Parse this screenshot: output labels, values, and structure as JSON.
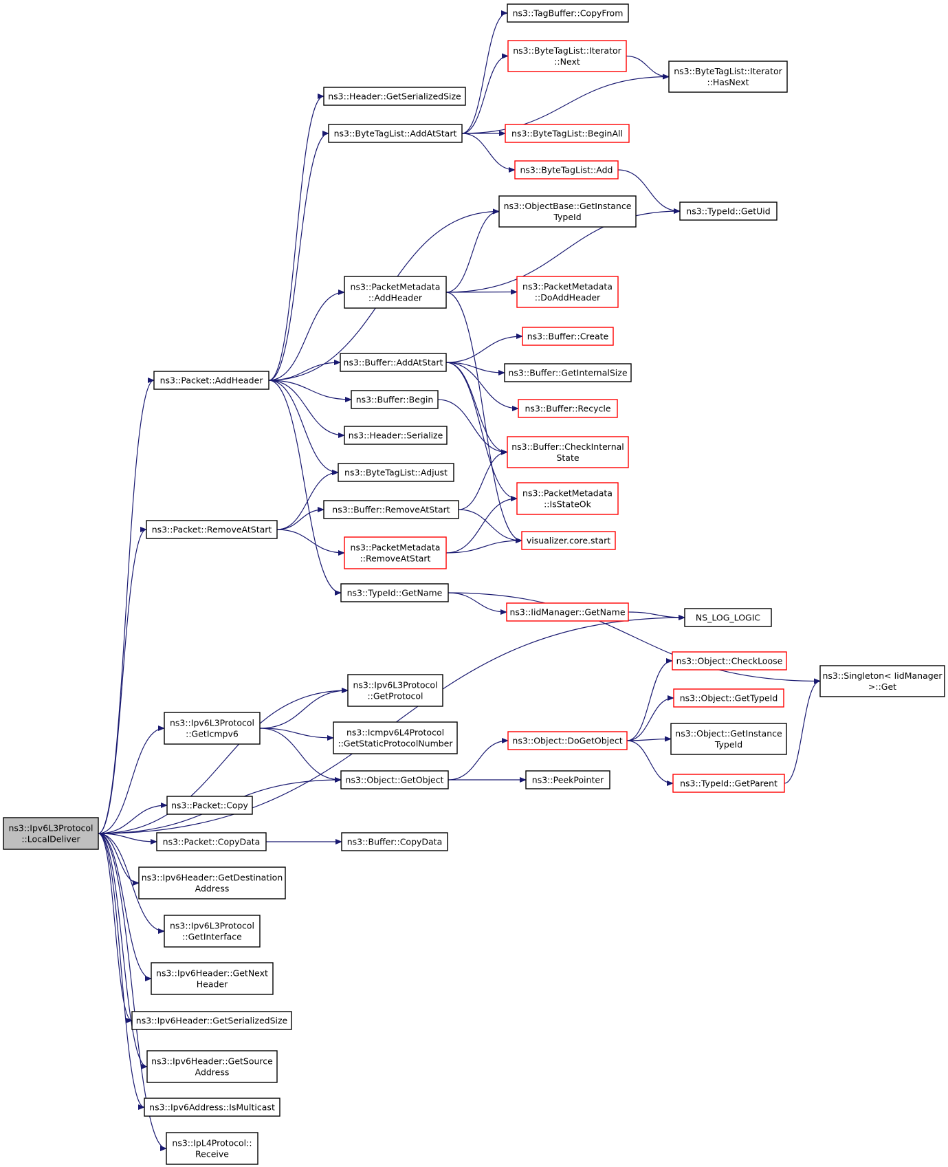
{
  "diagram": {
    "type": "call-graph",
    "colors": {
      "edge": "#191970",
      "node_border": "#000000",
      "truncated_node_border": "#ff0000",
      "root_fill": "#bfbfbf"
    },
    "nodes": [
      {
        "id": "root",
        "lines": [
          "ns3::Ipv6L3Protocol",
          "::LocalDeliver"
        ],
        "style": "root"
      },
      {
        "id": "tagbuf_copyfrom",
        "lines": [
          "ns3::TagBuffer::CopyFrom"
        ],
        "style": "black"
      },
      {
        "id": "btl_iter_next",
        "lines": [
          "ns3::ByteTagList::Iterator",
          "::Next"
        ],
        "style": "red"
      },
      {
        "id": "btl_iter_hasnext",
        "lines": [
          "ns3::ByteTagList::Iterator",
          "::HasNext"
        ],
        "style": "black"
      },
      {
        "id": "hdr_getsersize",
        "lines": [
          "ns3::Header::GetSerializedSize"
        ],
        "style": "black"
      },
      {
        "id": "btl_addatstart",
        "lines": [
          "ns3::ByteTagList::AddAtStart"
        ],
        "style": "black"
      },
      {
        "id": "btl_beginall",
        "lines": [
          "ns3::ByteTagList::BeginAll"
        ],
        "style": "red"
      },
      {
        "id": "btl_add",
        "lines": [
          "ns3::ByteTagList::Add"
        ],
        "style": "red"
      },
      {
        "id": "objbase_getinst",
        "lines": [
          "ns3::ObjectBase::GetInstance",
          "TypeId"
        ],
        "style": "black"
      },
      {
        "id": "typeid_getuid",
        "lines": [
          "ns3::TypeId::GetUid"
        ],
        "style": "black"
      },
      {
        "id": "pm_addheader",
        "lines": [
          "ns3::PacketMetadata",
          "::AddHeader"
        ],
        "style": "black"
      },
      {
        "id": "pm_doaddheader",
        "lines": [
          "ns3::PacketMetadata",
          "::DoAddHeader"
        ],
        "style": "red"
      },
      {
        "id": "buf_create",
        "lines": [
          "ns3::Buffer::Create"
        ],
        "style": "red"
      },
      {
        "id": "buf_addatstart",
        "lines": [
          "ns3::Buffer::AddAtStart"
        ],
        "style": "black"
      },
      {
        "id": "buf_getinternalsize",
        "lines": [
          "ns3::Buffer::GetInternalSize"
        ],
        "style": "black"
      },
      {
        "id": "packet_addheader",
        "lines": [
          "ns3::Packet::AddHeader"
        ],
        "style": "black"
      },
      {
        "id": "buf_recycle",
        "lines": [
          "ns3::Buffer::Recycle"
        ],
        "style": "red"
      },
      {
        "id": "buf_begin",
        "lines": [
          "ns3::Buffer::Begin"
        ],
        "style": "black"
      },
      {
        "id": "buf_checkinternal",
        "lines": [
          "ns3::Buffer::CheckInternal",
          "State"
        ],
        "style": "red"
      },
      {
        "id": "hdr_serialize",
        "lines": [
          "ns3::Header::Serialize"
        ],
        "style": "black"
      },
      {
        "id": "btl_adjust",
        "lines": [
          "ns3::ByteTagList::Adjust"
        ],
        "style": "black"
      },
      {
        "id": "pm_isstateok",
        "lines": [
          "ns3::PacketMetadata",
          "::IsStateOk"
        ],
        "style": "red"
      },
      {
        "id": "buf_removeatstart",
        "lines": [
          "ns3::Buffer::RemoveAtStart"
        ],
        "style": "black"
      },
      {
        "id": "packet_removeatstart",
        "lines": [
          "ns3::Packet::RemoveAtStart"
        ],
        "style": "black"
      },
      {
        "id": "vis_core_start",
        "lines": [
          "visualizer.core.start"
        ],
        "style": "red"
      },
      {
        "id": "pm_removeatstart",
        "lines": [
          "ns3::PacketMetadata",
          "::RemoveAtStart"
        ],
        "style": "red"
      },
      {
        "id": "typeid_getname",
        "lines": [
          "ns3::TypeId::GetName"
        ],
        "style": "black"
      },
      {
        "id": "iidmgr_getname",
        "lines": [
          "ns3::IidManager::GetName"
        ],
        "style": "red"
      },
      {
        "id": "ns_log_logic",
        "lines": [
          "NS_LOG_LOGIC"
        ],
        "style": "black"
      },
      {
        "id": "singleton_get",
        "lines": [
          "ns3::Singleton< IidManager",
          ">::Get"
        ],
        "style": "black"
      },
      {
        "id": "obj_checkloose",
        "lines": [
          "ns3::Object::CheckLoose"
        ],
        "style": "red"
      },
      {
        "id": "ipv6l3_getprotocol",
        "lines": [
          "ns3::Ipv6L3Protocol",
          "::GetProtocol"
        ],
        "style": "black"
      },
      {
        "id": "obj_gettypeid",
        "lines": [
          "ns3::Object::GetTypeId"
        ],
        "style": "red"
      },
      {
        "id": "ipv6l3_geticmpv6",
        "lines": [
          "ns3::Ipv6L3Protocol",
          "::GetIcmpv6"
        ],
        "style": "black"
      },
      {
        "id": "icmpv6_getstaticproto",
        "lines": [
          "ns3::Icmpv6L4Protocol",
          "::GetStaticProtocolNumber"
        ],
        "style": "black"
      },
      {
        "id": "obj_dogetobject",
        "lines": [
          "ns3::Object::DoGetObject"
        ],
        "style": "red"
      },
      {
        "id": "obj_getinst",
        "lines": [
          "ns3::Object::GetInstance",
          "TypeId"
        ],
        "style": "black"
      },
      {
        "id": "obj_getobject",
        "lines": [
          "ns3::Object::GetObject"
        ],
        "style": "black"
      },
      {
        "id": "peekpointer",
        "lines": [
          "ns3::PeekPointer"
        ],
        "style": "black"
      },
      {
        "id": "typeid_getparent",
        "lines": [
          "ns3::TypeId::GetParent"
        ],
        "style": "red"
      },
      {
        "id": "packet_copy",
        "lines": [
          "ns3::Packet::Copy"
        ],
        "style": "black"
      },
      {
        "id": "packet_copydata",
        "lines": [
          "ns3::Packet::CopyData"
        ],
        "style": "black"
      },
      {
        "id": "buf_copydata",
        "lines": [
          "ns3::Buffer::CopyData"
        ],
        "style": "black"
      },
      {
        "id": "ipv6hdr_getdest",
        "lines": [
          "ns3::Ipv6Header::GetDestination",
          "Address"
        ],
        "style": "black"
      },
      {
        "id": "ipv6l3_getinterface",
        "lines": [
          "ns3::Ipv6L3Protocol",
          "::GetInterface"
        ],
        "style": "black"
      },
      {
        "id": "ipv6hdr_getnext",
        "lines": [
          "ns3::Ipv6Header::GetNext",
          "Header"
        ],
        "style": "black"
      },
      {
        "id": "ipv6hdr_getsersize",
        "lines": [
          "ns3::Ipv6Header::GetSerializedSize"
        ],
        "style": "black"
      },
      {
        "id": "ipv6hdr_getsource",
        "lines": [
          "ns3::Ipv6Header::GetSource",
          "Address"
        ],
        "style": "black"
      },
      {
        "id": "ipv6addr_ismulticast",
        "lines": [
          "ns3::Ipv6Address::IsMulticast"
        ],
        "style": "black"
      },
      {
        "id": "ipl4_receive",
        "lines": [
          "ns3::IpL4Protocol::",
          "Receive"
        ],
        "style": "black"
      }
    ],
    "edges": [
      [
        "root",
        "packet_addheader"
      ],
      [
        "root",
        "packet_removeatstart"
      ],
      [
        "root",
        "ns_log_logic"
      ],
      [
        "root",
        "ipv6l3_getprotocol"
      ],
      [
        "root",
        "ipv6l3_geticmpv6"
      ],
      [
        "root",
        "obj_getobject"
      ],
      [
        "root",
        "packet_copy"
      ],
      [
        "root",
        "packet_copydata"
      ],
      [
        "root",
        "ipv6hdr_getdest"
      ],
      [
        "root",
        "ipv6l3_getinterface"
      ],
      [
        "root",
        "ipv6hdr_getnext"
      ],
      [
        "root",
        "ipv6hdr_getsersize"
      ],
      [
        "root",
        "ipv6hdr_getsource"
      ],
      [
        "root",
        "ipv6addr_ismulticast"
      ],
      [
        "root",
        "ipl4_receive"
      ],
      [
        "packet_addheader",
        "hdr_getsersize"
      ],
      [
        "packet_addheader",
        "btl_addatstart"
      ],
      [
        "packet_addheader",
        "objbase_getinst"
      ],
      [
        "packet_addheader",
        "pm_addheader"
      ],
      [
        "packet_addheader",
        "buf_addatstart"
      ],
      [
        "packet_addheader",
        "buf_begin"
      ],
      [
        "packet_addheader",
        "hdr_serialize"
      ],
      [
        "packet_addheader",
        "btl_adjust"
      ],
      [
        "packet_addheader",
        "typeid_getname"
      ],
      [
        "btl_addatstart",
        "tagbuf_copyfrom"
      ],
      [
        "btl_addatstart",
        "btl_iter_next"
      ],
      [
        "btl_addatstart",
        "btl_iter_hasnext"
      ],
      [
        "btl_addatstart",
        "btl_beginall"
      ],
      [
        "btl_addatstart",
        "btl_add"
      ],
      [
        "btl_iter_next",
        "btl_iter_hasnext"
      ],
      [
        "btl_add",
        "typeid_getuid"
      ],
      [
        "pm_addheader",
        "objbase_getinst"
      ],
      [
        "pm_addheader",
        "typeid_getuid"
      ],
      [
        "pm_addheader",
        "pm_doaddheader"
      ],
      [
        "pm_addheader",
        "vis_core_start"
      ],
      [
        "buf_addatstart",
        "buf_create"
      ],
      [
        "buf_addatstart",
        "buf_getinternalsize"
      ],
      [
        "buf_addatstart",
        "buf_recycle"
      ],
      [
        "buf_addatstart",
        "buf_checkinternal"
      ],
      [
        "buf_addatstart",
        "pm_isstateok"
      ],
      [
        "buf_begin",
        "buf_checkinternal"
      ],
      [
        "packet_removeatstart",
        "btl_adjust"
      ],
      [
        "packet_removeatstart",
        "buf_removeatstart"
      ],
      [
        "packet_removeatstart",
        "pm_removeatstart"
      ],
      [
        "buf_removeatstart",
        "buf_checkinternal"
      ],
      [
        "buf_removeatstart",
        "vis_core_start"
      ],
      [
        "pm_removeatstart",
        "pm_isstateok"
      ],
      [
        "pm_removeatstart",
        "vis_core_start"
      ],
      [
        "typeid_getname",
        "iidmgr_getname"
      ],
      [
        "typeid_getname",
        "singleton_get"
      ],
      [
        "iidmgr_getname",
        "ns_log_logic"
      ],
      [
        "ipv6l3_geticmpv6",
        "ipv6l3_getprotocol"
      ],
      [
        "ipv6l3_geticmpv6",
        "icmpv6_getstaticproto"
      ],
      [
        "ipv6l3_geticmpv6",
        "obj_getobject"
      ],
      [
        "obj_getobject",
        "obj_dogetobject"
      ],
      [
        "obj_getobject",
        "peekpointer"
      ],
      [
        "obj_dogetobject",
        "obj_checkloose"
      ],
      [
        "obj_dogetobject",
        "obj_gettypeid"
      ],
      [
        "obj_dogetobject",
        "obj_getinst"
      ],
      [
        "obj_dogetobject",
        "typeid_getparent"
      ],
      [
        "typeid_getparent",
        "singleton_get"
      ],
      [
        "packet_copydata",
        "buf_copydata"
      ]
    ]
  }
}
